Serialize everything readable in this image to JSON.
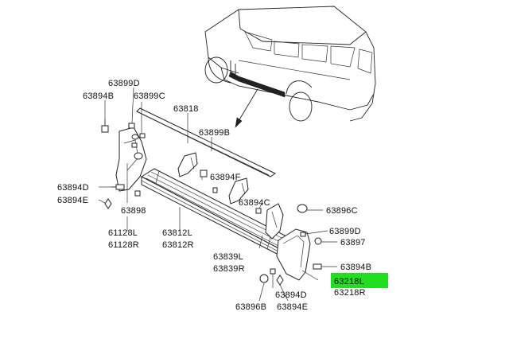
{
  "highlight_color": "#22dd22",
  "labels": {
    "p63899D": "63899D",
    "p63894B_top": "63894B",
    "p63899C": "63899C",
    "p63818": "63818",
    "p63899B": "63899B",
    "p63894F": "63894F",
    "p63894D_left": "63894D",
    "p63894E_left": "63894E",
    "p63898": "63898",
    "p61128L": "61128L",
    "p61128R": "61128R",
    "p63812L": "63812L",
    "p63812R": "63812R",
    "p63894C": "63894C",
    "p63896C": "63896C",
    "p63899D_right": "63899D",
    "p63897": "63897",
    "p63839L": "63839L",
    "p63839R": "63839R",
    "p63894B_right": "63894B",
    "p63218L": "63218L",
    "p63218R": "63218R",
    "p63894D_bottom": "63894D",
    "p63896B": "63896B",
    "p63894E_bottom": "63894E"
  }
}
